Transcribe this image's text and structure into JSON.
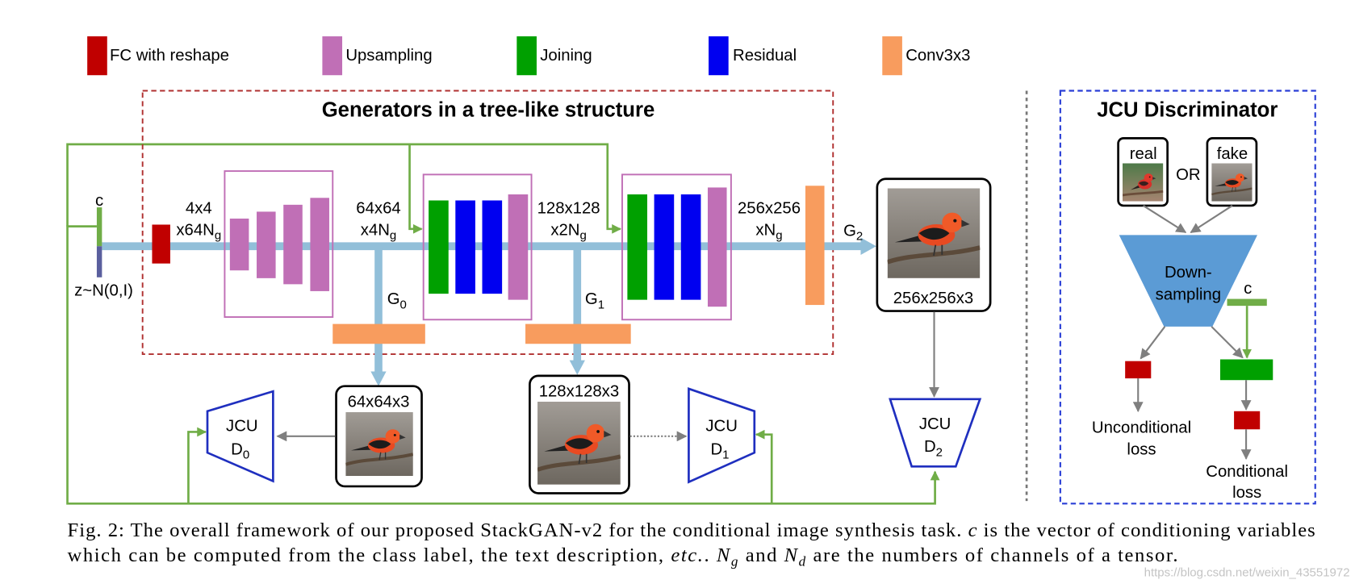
{
  "colors": {
    "fc_with_reshape": "#c00000",
    "upsampling": "#c06fb6",
    "joining": "#00a000",
    "residual": "#0000f0",
    "conv3x3": "#f89c5e",
    "feature_pipe": "#92bfd9",
    "conditioning_line": "#70ad47",
    "noise_vector": "#5a5f9e",
    "discriminator_outline": "#1f2fbf",
    "downsampling_fill": "#5b9bd5",
    "generator_frame": "#b03030",
    "discriminator_frame": "#2a3fd6"
  },
  "legend": [
    "FC with reshape",
    "Upsampling",
    "Joining",
    "Residual",
    "Conv3x3"
  ],
  "generators": {
    "title": "Generators in a tree-like structure",
    "condition_label": "c",
    "noise_label": "z~N(0,I)",
    "stages": [
      {
        "size": "4x4",
        "channels_main": "x64N",
        "channels_sub": "g"
      },
      {
        "size": "64x64",
        "channels_main": "x4N",
        "channels_sub": "g"
      },
      {
        "size": "128x128",
        "channels_main": "x2N",
        "channels_sub": "g"
      },
      {
        "size": "256x256",
        "channels_main": "xN",
        "channels_sub": "g"
      }
    ],
    "branches": [
      {
        "main": "G",
        "sub": "0"
      },
      {
        "main": "G",
        "sub": "1"
      },
      {
        "main": "G",
        "sub": "2"
      }
    ]
  },
  "outputs": [
    "64x64x3",
    "128x128x3",
    "256x256x3"
  ],
  "discriminators": [
    {
      "name": "JCU",
      "main": "D",
      "sub": "0"
    },
    {
      "name": "JCU",
      "main": "D",
      "sub": "1"
    },
    {
      "name": "JCU",
      "main": "D",
      "sub": "2"
    }
  ],
  "jcu_panel": {
    "title": "JCU Discriminator",
    "real": "real",
    "or": "OR",
    "fake": "fake",
    "downsampling": [
      "Down-",
      "sampling"
    ],
    "condition_label": "c",
    "unconditional_loss": [
      "Unconditional",
      "loss"
    ],
    "conditional_loss": [
      "Conditional",
      "loss"
    ]
  },
  "caption": {
    "l1_a": "Fig. 2: The overall framework of our proposed StackGAN-v2 for the conditional image synthesis task. ",
    "l1_c": "c",
    "l1_b": " is the vector of conditioning variables",
    "l2_a": "which can be computed from the class label, the text description, ",
    "l2_etc": "etc.",
    "l2_b": ". ",
    "l2_ng_main": "N",
    "l2_ng_sub": "g",
    "l2_c": " and ",
    "l2_nd_main": "N",
    "l2_nd_sub": "d",
    "l2_d": " are the numbers of channels of a tensor."
  },
  "watermark": "https://blog.csdn.net/weixin_43551972"
}
